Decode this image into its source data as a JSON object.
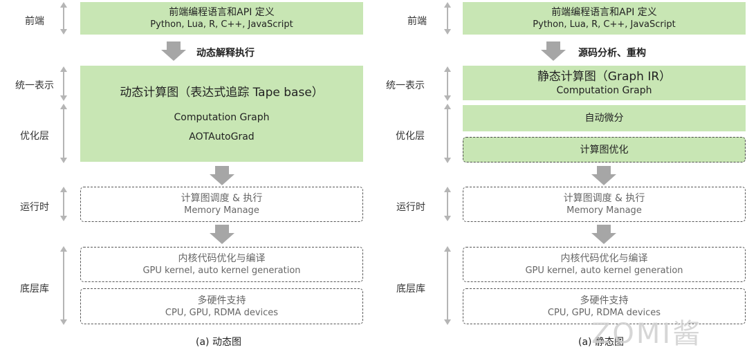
{
  "layer_labels": {
    "frontend": "前端",
    "unified": "统一表示",
    "optimization": "优化层",
    "runtime": "运行时",
    "backend": "底层库"
  },
  "left": {
    "frontend_box": {
      "title": "前端编程语言和API 定义",
      "subtitle": "Python, Lua, R, C++, JavaScript"
    },
    "arrow_label": "动态解释执行",
    "graph_box": {
      "title": "动态计算图（表达式追踪 Tape base）",
      "line1": "Computation Graph",
      "line2": "AOTAutoGrad"
    },
    "runtime_box": {
      "title": "计算图调度 & 执行",
      "subtitle": "Memory Manage"
    },
    "kernel_box": {
      "title": "内核代码优化与编译",
      "subtitle": "GPU kernel, auto kernel generation"
    },
    "hardware_box": {
      "title": "多硬件支持",
      "subtitle": "CPU, GPU, RDMA devices"
    },
    "caption": "(a) 动态图"
  },
  "right": {
    "frontend_box": {
      "title": "前端编程语言和API 定义",
      "subtitle": "Python, Lua, R, C++, JavaScript"
    },
    "arrow_label": "源码分析、重构",
    "graph_box": {
      "title": "静态计算图（Graph IR）",
      "subtitle": "Computation Graph"
    },
    "autodiff_box": {
      "title": "自动微分"
    },
    "graphopt_box": {
      "title": "计算图优化"
    },
    "runtime_box": {
      "title": "计算图调度 & 执行",
      "subtitle": "Memory Manage"
    },
    "kernel_box": {
      "title": "内核代码优化与编译",
      "subtitle": "GPU kernel, auto kernel generation"
    },
    "hardware_box": {
      "title": "多硬件支持",
      "subtitle": "CPU, GPU, RDMA devices"
    },
    "caption": "(a) 静态图"
  },
  "watermark": "ZOMI酱",
  "colors": {
    "green": "#c8e6b4",
    "arrow": "#a6a6a6",
    "dashed_border": "#555555"
  }
}
